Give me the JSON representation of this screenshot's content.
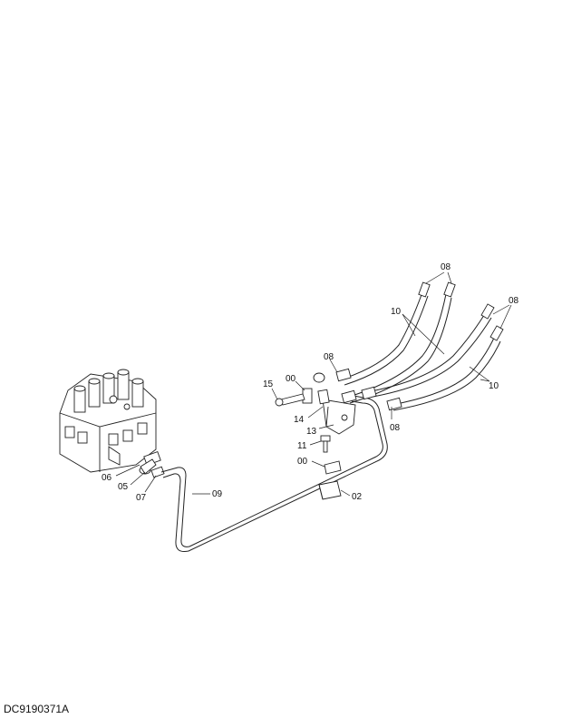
{
  "diagram": {
    "drawing_code": "DC9190371A",
    "callouts": [
      {
        "id": "08",
        "name": "callout-08-top"
      },
      {
        "id": "08",
        "name": "callout-08-right"
      },
      {
        "id": "08",
        "name": "callout-08-mid"
      },
      {
        "id": "08",
        "name": "callout-08-lower"
      },
      {
        "id": "10",
        "name": "callout-10-left"
      },
      {
        "id": "10",
        "name": "callout-10-right"
      },
      {
        "id": "15",
        "name": "callout-15"
      },
      {
        "id": "00",
        "name": "callout-00-upper"
      },
      {
        "id": "14",
        "name": "callout-14"
      },
      {
        "id": "13",
        "name": "callout-13"
      },
      {
        "id": "11",
        "name": "callout-11"
      },
      {
        "id": "00",
        "name": "callout-00-lower"
      },
      {
        "id": "02",
        "name": "callout-02"
      },
      {
        "id": "09",
        "name": "callout-09"
      },
      {
        "id": "06",
        "name": "callout-06"
      },
      {
        "id": "05",
        "name": "callout-05"
      },
      {
        "id": "07",
        "name": "callout-07"
      }
    ]
  }
}
